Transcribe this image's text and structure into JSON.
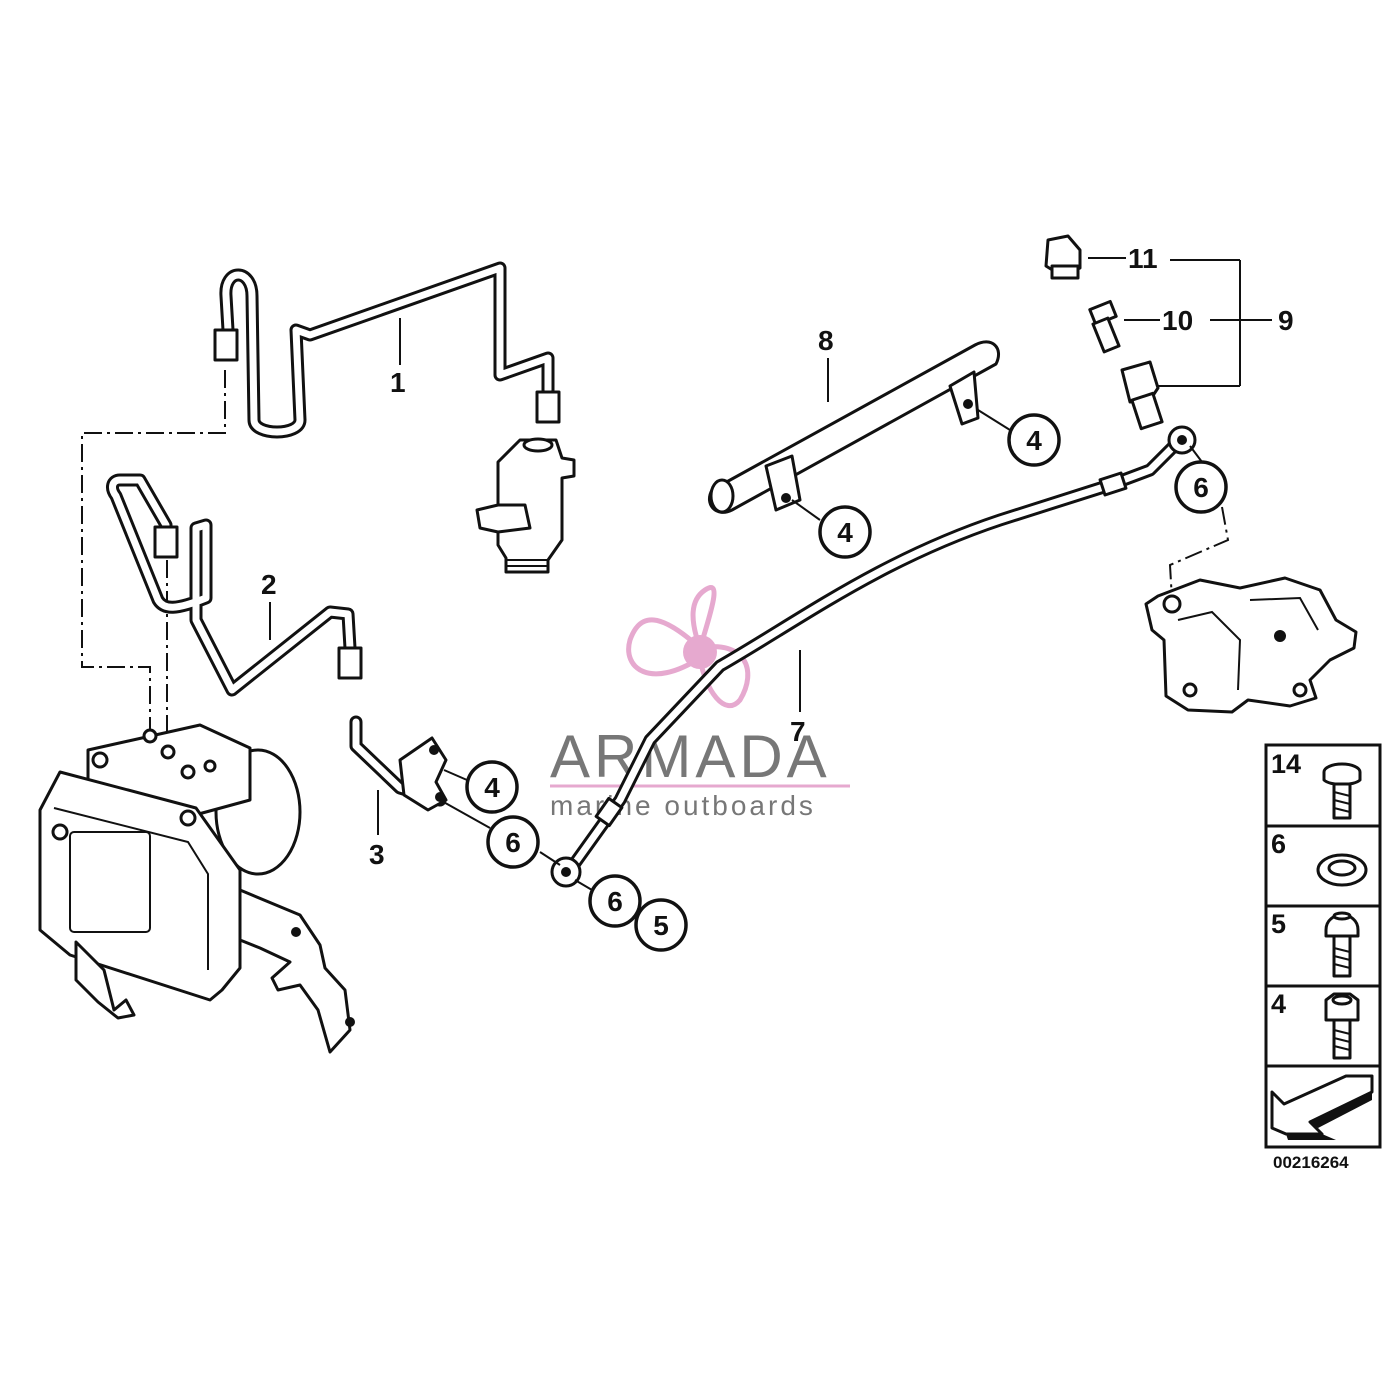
{
  "watermark": {
    "brand": "ARMADA",
    "tagline": "marine outboards",
    "accent_color": "#e6a9cf",
    "text_color": "#777777"
  },
  "callouts": {
    "part_1": "1",
    "part_2": "2",
    "part_3": "3",
    "part_4_a": "4",
    "part_4_b": "4",
    "part_4_c": "4",
    "part_5": "5",
    "part_6_a": "6",
    "part_6_b": "6",
    "part_6_c": "6",
    "part_7": "7",
    "part_8": "8",
    "part_9": "9",
    "part_10": "10",
    "part_11": "11"
  },
  "legend": {
    "rows": [
      {
        "number": "14",
        "part": "collar-screw-icon"
      },
      {
        "number": "6",
        "part": "seal-ring-icon"
      },
      {
        "number": "5",
        "part": "hollow-bolt-icon"
      },
      {
        "number": "4",
        "part": "hex-socket-screw-icon"
      }
    ],
    "arrow": "direction-arrow-icon"
  },
  "diagram_id": "00216264"
}
